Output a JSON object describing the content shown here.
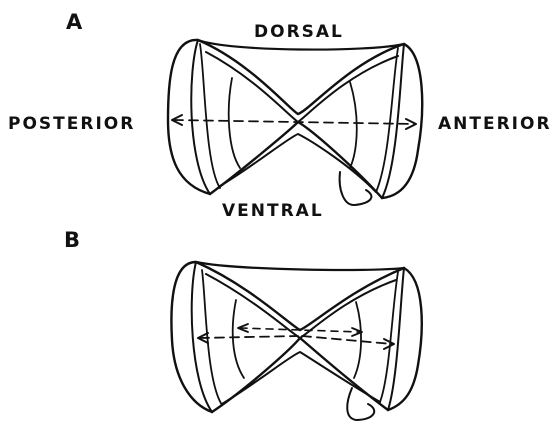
{
  "panels": [
    {
      "id": "A",
      "label": "A"
    },
    {
      "id": "B",
      "label": "B"
    }
  ],
  "orientation": {
    "dorsal": "DORSAL",
    "ventral": "VENTRAL",
    "posterior": "POSTERIOR",
    "anterior": "ANTERIOR"
  },
  "style": {
    "ink": "#111111",
    "background": "#ffffff"
  }
}
